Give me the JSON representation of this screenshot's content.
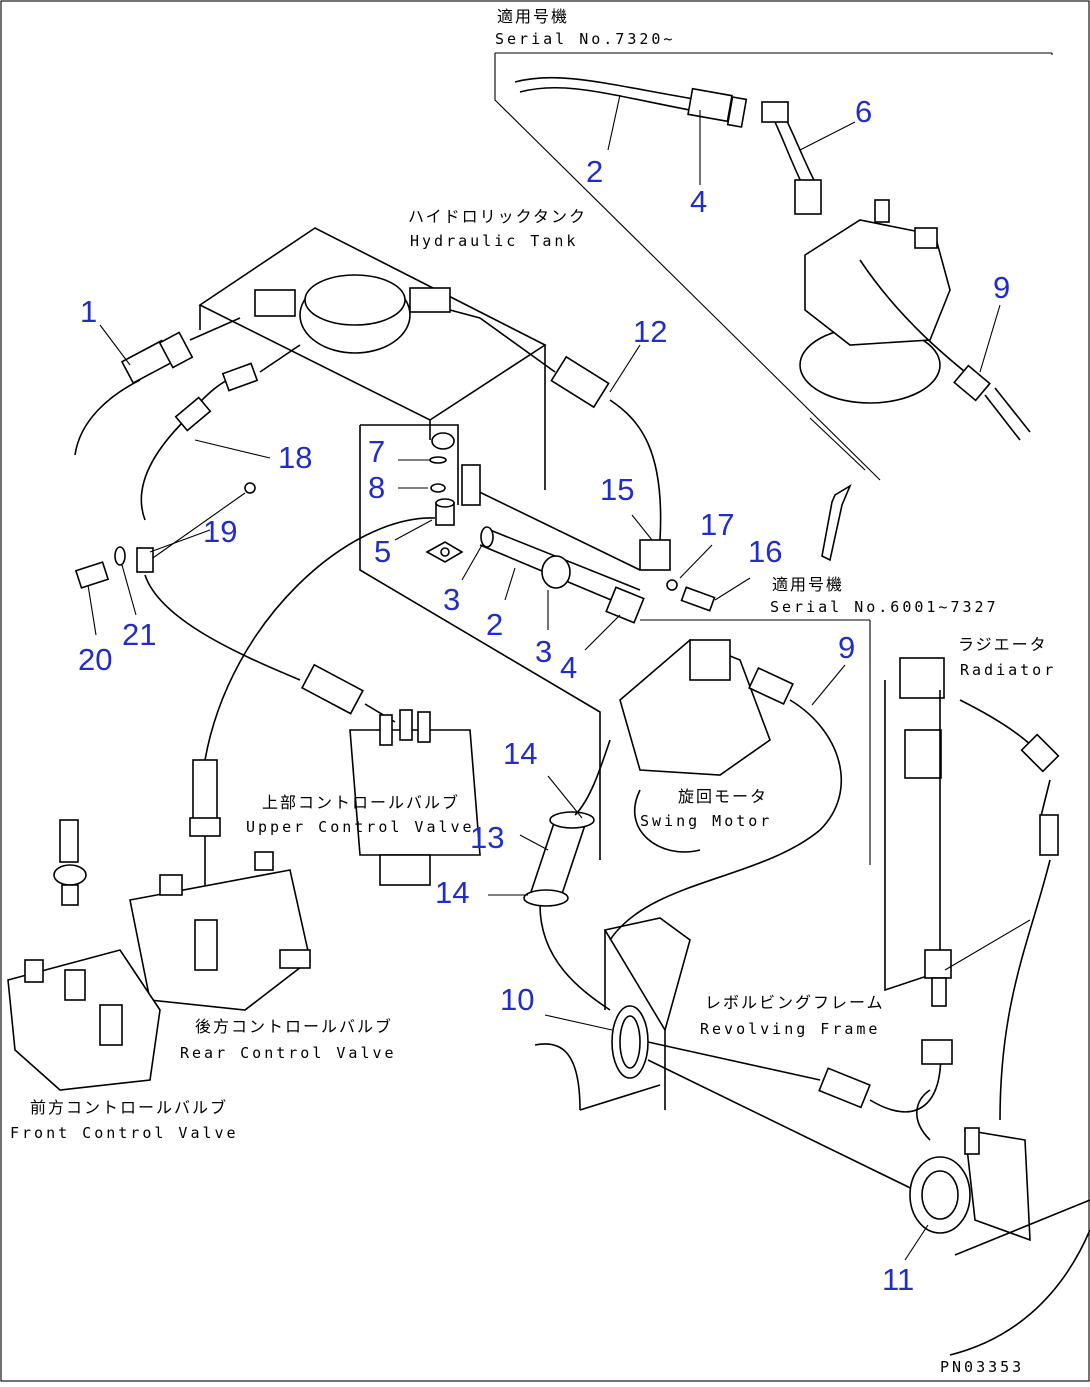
{
  "labels": {
    "serial_top_jp": "適用号機",
    "serial_top_en": "Serial No.7320~",
    "hydraulic_tank_jp": "ハイドロリックタンク",
    "hydraulic_tank_en": "Hydraulic Tank",
    "serial_mid_jp": "適用号機",
    "serial_mid_en": "Serial No.6001~7327",
    "radiator_jp": "ラジエータ",
    "radiator_en": "Radiator",
    "swing_motor_jp": "旋回モータ",
    "swing_motor_en": "Swing Motor",
    "upper_valve_jp": "上部コントロールバルブ",
    "upper_valve_en": "Upper Control Valve",
    "rear_valve_jp": "後方コントロールバルブ",
    "rear_valve_en": "Rear Control Valve",
    "front_valve_jp": "前方コントロールバルブ",
    "front_valve_en": "Front Control Valve",
    "revolving_frame_jp": "レボルビングフレーム",
    "revolving_frame_en": "Revolving Frame",
    "drawing_no": "PN03353"
  },
  "callouts": {
    "c1": "1",
    "c2a": "2",
    "c2b": "2",
    "c3a": "3",
    "c3b": "3",
    "c4a": "4",
    "c4b": "4",
    "c5": "5",
    "c6": "6",
    "c7": "7",
    "c8": "8",
    "c9a": "9",
    "c9b": "9",
    "c10": "10",
    "c11": "11",
    "c12": "12",
    "c13": "13",
    "c14a": "14",
    "c14b": "14",
    "c15": "15",
    "c16": "16",
    "c17": "17",
    "c18": "18",
    "c19": "19",
    "c20": "20",
    "c21": "21"
  },
  "colors": {
    "callout": "#1f2ec9",
    "line": "#000000",
    "background": "#ffffff"
  }
}
